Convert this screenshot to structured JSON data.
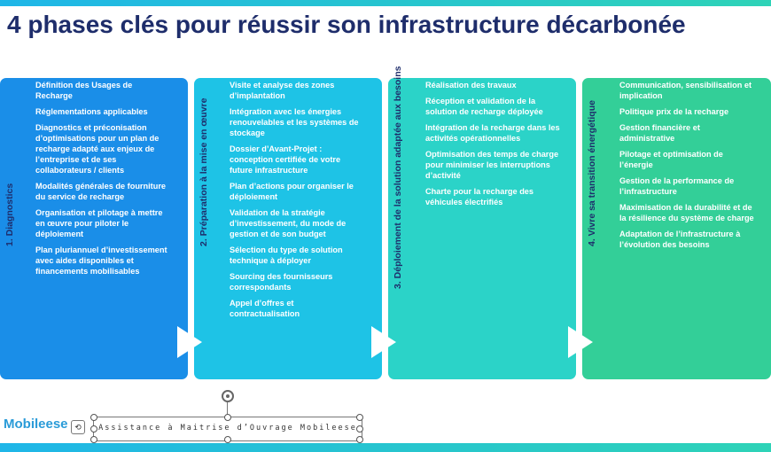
{
  "title": "4 phases clés pour réussir son infrastructure décarbonée",
  "phases": [
    {
      "label": "1. Diagnostics",
      "items": [
        "Définition des Usages de Recharge",
        "Réglementations applicables",
        "Diagnostics et préconisation d’optimisations pour un plan de recharge adapté aux enjeux de l’entreprise et de ses collaborateurs / clients",
        "Modalités générales de fourniture du service de recharge",
        "Organisation et pilotage à mettre en œuvre pour piloter le déploiement",
        "Plan pluriannuel d’investissement avec aides disponibles et financements mobilisables"
      ]
    },
    {
      "label": "2. Préparation à la mise en œuvre",
      "items": [
        "Visite et analyse des zones d’implantation",
        "Intégration avec les énergies renouvelables et les systèmes de stockage",
        "Dossier d’Avant-Projet : conception certifiée de votre future infrastructure",
        "Plan d’actions pour organiser le déploiement",
        "Validation de la stratégie d’investissement, du mode de gestion et de son budget",
        "Sélection du type de solution technique à déployer",
        "Sourcing des fournisseurs correspondants",
        "Appel d’offres et contractualisation"
      ]
    },
    {
      "label": "3. Déploiement de la solution adaptée aux besoins",
      "items": [
        "Réalisation des travaux",
        "Réception et validation de la solution de recharge déployée",
        "Intégration de la recharge dans les activités opérationnelles",
        "Optimisation des temps de charge pour minimiser les interruptions d’activité",
        "Charte pour la recharge des véhicules électrifiés"
      ]
    },
    {
      "label": "4. Vivre sa transition énergétique",
      "items": [
        "Communication, sensibilisation et implication",
        "Politique prix de la recharge",
        "Gestion financière et administrative",
        "Pilotage et optimisation de l’énergie",
        "Gestion de la performance de l’infrastructure",
        "Maximisation de la durabilité et de la résilience du système de charge",
        "Adaptation de l’infrastructure à l’évolution des besoins"
      ]
    }
  ],
  "footer": {
    "logo": "Mobileese",
    "text": "Assistance à Maitrise d’Ouvrage Mobileese"
  },
  "colors": {
    "phase1": "#1a8ee8",
    "phase2": "#1ec3e6",
    "phase3": "#2bd3c8",
    "phase4": "#33cf98",
    "title": "#1e2d6b"
  }
}
